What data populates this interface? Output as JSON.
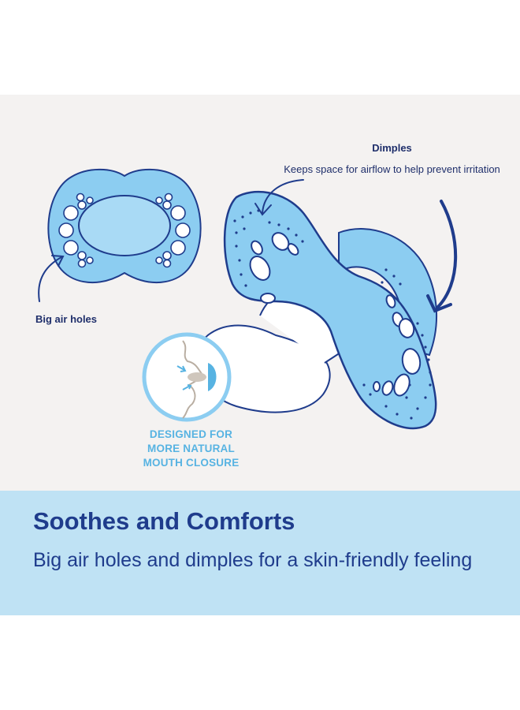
{
  "callouts": {
    "dimples_title": "Dimples",
    "dimples_description": "Keeps space for airflow to help prevent irritation",
    "air_holes_label": "Big air holes"
  },
  "badge": {
    "text": "DESIGNED FOR\nMORE NATURAL\nMOUTH CLOSURE"
  },
  "banner": {
    "headline": "Soothes and Comforts",
    "subline": "Big air holes and dimples for a skin-friendly feeling"
  },
  "colors": {
    "panel_background": "#f4f2f1",
    "banner_background": "#bfe2f4",
    "shield_blue": "#8ccdf1",
    "outline_navy": "#1f3c8c",
    "badge_blue": "#57b3e2"
  },
  "icons": [
    "pacifier-front-view-icon",
    "pacifier-side-view-icon",
    "mouth-closure-icon",
    "arrow-icon"
  ]
}
